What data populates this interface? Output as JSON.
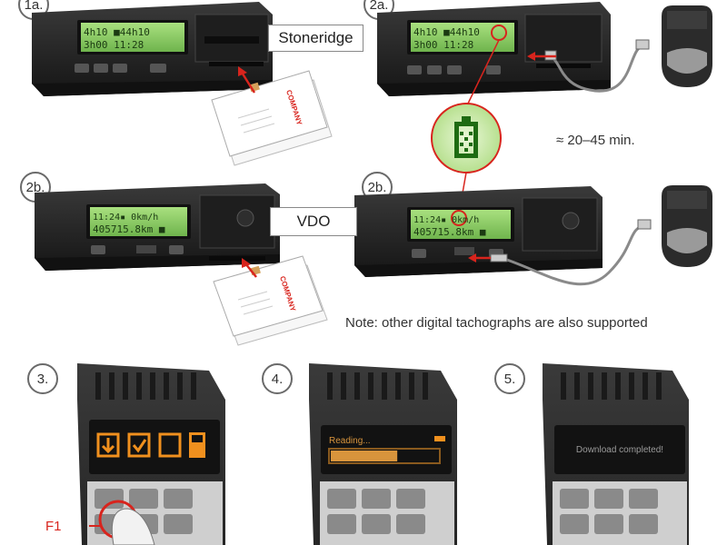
{
  "steps": {
    "s1a": "1a.",
    "s2a": "2a.",
    "s2b_left": "2b.",
    "s2b_right": "2b.",
    "s3": "3.",
    "s4": "4.",
    "s5": "5."
  },
  "brands": {
    "stoneridge": "Stoneridge",
    "vdo": "VDO"
  },
  "duration": "≈ 20–45 min.",
  "note": "Note: other digital tachographs are also supported",
  "stoneridge_display": {
    "line1": "4h10  ■44h10",
    "line2": "3h00   11:28"
  },
  "vdo_display": {
    "line1": "11:24▪      0km/h",
    "line2": "405715.8km  ■"
  },
  "card_brand": "COMPANY",
  "handheld": {
    "f1_label": "F1",
    "reading_text": "Reading...",
    "completed_text": "Download completed!",
    "reading_progress": 0.62
  },
  "colors": {
    "lcd": "#8fd06a",
    "orange": "#f0901e",
    "red": "#d8241d",
    "device": "#2b2b2b"
  }
}
